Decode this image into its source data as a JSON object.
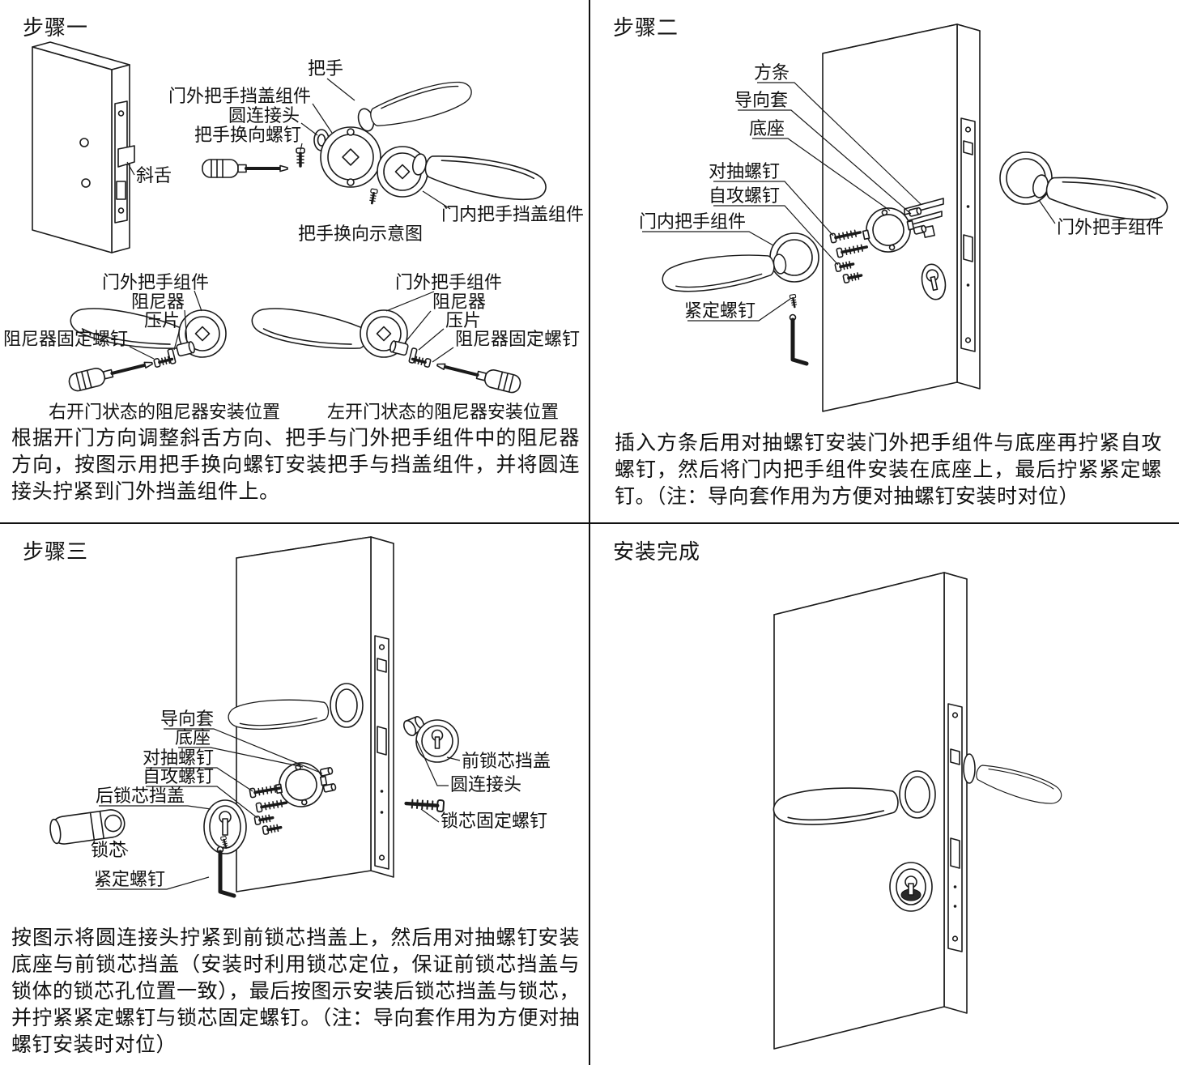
{
  "colors": {
    "line": "#1a1a1a",
    "background": "#ffffff"
  },
  "panels": {
    "step1": {
      "title": "步骤一",
      "labels": {
        "handle": "把手",
        "outer_cover_assembly": "门外把手挡盖组件",
        "round_connector": "圆连接头",
        "reversal_screw": "把手换向螺钉",
        "latch": "斜舌",
        "inner_cover_assembly": "门内把手挡盖组件",
        "reversal_caption": "把手换向示意图",
        "right_open": {
          "outer_handle_assembly": "门外把手组件",
          "damper": "阻尼器",
          "clip": "压片",
          "damper_screw": "阻尼器固定螺钉",
          "caption": "右开门状态的阻尼器安装位置"
        },
        "left_open": {
          "outer_handle_assembly": "门外把手组件",
          "damper": "阻尼器",
          "clip": "压片",
          "damper_screw": "阻尼器固定螺钉",
          "caption": "左开门状态的阻尼器安装位置"
        }
      },
      "description": "根据开门方向调整斜舌方向、把手与门外把手组件中的阻尼器方向，按图示用把手换向螺钉安装把手与挡盖组件，并将圆连接头拧紧到门外挡盖组件上。"
    },
    "step2": {
      "title": "步骤二",
      "labels": {
        "square_bar": "方条",
        "guide_sleeve": "导向套",
        "base": "底座",
        "through_screw": "对抽螺钉",
        "tapping_screw": "自攻螺钉",
        "inner_handle_assembly": "门内把手组件",
        "set_screw": "紧定螺钉",
        "outer_handle_assembly": "门外把手组件"
      },
      "description": "插入方条后用对抽螺钉安装门外把手组件与底座再拧紧自攻螺钉，然后将门内把手组件安装在底座上，最后拧紧紧定螺钉。（注：导向套作用为方便对抽螺钉安装时对位）"
    },
    "step3": {
      "title": "步骤三",
      "labels": {
        "guide_sleeve": "导向套",
        "base": "底座",
        "through_screw": "对抽螺钉",
        "tapping_screw": "自攻螺钉",
        "rear_cylinder_cover": "后锁芯挡盖",
        "cylinder": "锁芯",
        "set_screw": "紧定螺钉",
        "front_cylinder_cover": "前锁芯挡盖",
        "round_connector": "圆连接头",
        "cylinder_fixing_screw": "锁芯固定螺钉"
      },
      "description": "按图示将圆连接头拧紧到前锁芯挡盖上，然后用对抽螺钉安装底座与前锁芯挡盖（安装时利用锁芯定位，保证前锁芯挡盖与锁体的锁芯孔位置一致），最后按图示安装后锁芯挡盖与锁芯，并拧紧紧定螺钉与锁芯固定螺钉。（注：导向套作用为方便对抽螺钉安装时对位）"
    },
    "step4": {
      "title": "安装完成"
    }
  }
}
